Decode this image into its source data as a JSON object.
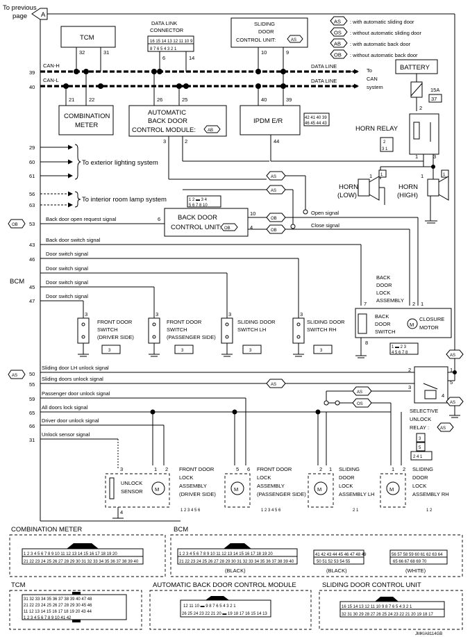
{
  "header": {
    "prev_page_line1": "To previous",
    "prev_page_line2": "page",
    "prev_page_marker": "A"
  },
  "legend": [
    {
      "code": "AS",
      "text": ": with automatic sliding door"
    },
    {
      "code": "OS",
      "text": ": without automatic sliding door"
    },
    {
      "code": "AB",
      "text": ": with automatic back door"
    },
    {
      "code": "OB",
      "text": ": without automatic back door"
    }
  ],
  "modules": {
    "tcm": "TCM",
    "dlc_line1": "DATA LINK",
    "dlc_line2": "CONNECTOR",
    "sdcu_line1": "SLIDING",
    "sdcu_line2": "DOOR",
    "sdcu_line3": "CONTROL UNIT:",
    "comb_line1": "COMBINATION",
    "comb_line2": "METER",
    "abdcm_line1": "AUTOMATIC",
    "abdcm_line2": "BACK DOOR",
    "abdcm_line3": "CONTROL MODULE:",
    "ipdm": "IPDM E/R",
    "battery": "BATTERY",
    "fuse_amp": "15A",
    "fuse_no": "37",
    "horn_relay": "HORN RELAY",
    "horn_low_1": "HORN",
    "horn_low_2": "(LOW)",
    "horn_high_1": "HORN",
    "horn_high_2": "(HIGH)",
    "bdcu_line1": "BACK DOOR",
    "bdcu_line2": "CONTROL UNIT:",
    "bdla_1": "BACK",
    "bdla_2": "DOOR",
    "bdla_3": "LOCK",
    "bdla_4": "ASSEMBLY",
    "bds_1": "BACK",
    "bds_2": "DOOR",
    "bds_3": "SWITCH",
    "closure_1": "CLOSURE",
    "closure_2": "MOTOR",
    "bcm": "BCM",
    "sel_relay_1": "SELECTIVE",
    "sel_relay_2": "UNLOCK",
    "sel_relay_3": "RELAY :"
  },
  "bus": {
    "can_h": "CAN-H",
    "can_l": "CAN-L",
    "pin_h": "39",
    "pin_l": "40",
    "data_line": "DATA LINE",
    "to_can_1": "To",
    "to_can_2": "CAN",
    "to_can_3": "system"
  },
  "pins": {
    "tcm_a": "32",
    "tcm_b": "31",
    "dlc_a": "6",
    "dlc_b": "14",
    "sdcu_a": "10",
    "sdcu_b": "9",
    "comb_a": "21",
    "comb_b": "22",
    "ab_a": "26",
    "ab_b": "25",
    "ab_c": "3",
    "ab_d": "2",
    "ipdm_a": "40",
    "ipdm_b": "39",
    "ipdm_c": "44",
    "relay_2": "2",
    "relay_1": "1",
    "relay_3": "3",
    "horn_1a": "1",
    "horn_1b": "1",
    "bdcu_6": "6",
    "bdcu_10": "10",
    "bdcu_4": "4",
    "bdla_7": "7",
    "bdla_2": "2",
    "bdla_1": "1",
    "bdla_8": "8",
    "sw3a": "3",
    "sw3b": "3",
    "sw3c": "3",
    "sw3d": "3",
    "sel_2": "2",
    "sel_1": "1",
    "sel_5": "5",
    "sel_3": "3",
    "sel_4": "4",
    "us_3": "3",
    "us_4": "4",
    "fd_1": "1",
    "fd_2": "2",
    "fp_5": "5",
    "fp_6": "6",
    "sl_2": "2",
    "sl_1": "1",
    "sr_1": "1",
    "sr_2": "2"
  },
  "bcm_pins": [
    "29",
    "60",
    "61",
    "56",
    "63",
    "53",
    "43",
    "46",
    "45",
    "47",
    "50",
    "55",
    "59",
    "65",
    "66",
    "31"
  ],
  "bcm_prefix": {
    "ob": "OB",
    "as": "AS"
  },
  "systems": {
    "exterior": "To exterior lighting system",
    "interior": "To interior room lamp system"
  },
  "signals": {
    "back_door_open_req": "Back door open request signal",
    "open": "Open signal",
    "close": "Close signal",
    "back_door_switch": "Back door switch signal",
    "door_switch_1": "Door switch signal",
    "door_switch_2": "Door switch signal",
    "door_switch_3": "Door switch signal",
    "door_switch_4": "Door switch signal",
    "sliding_lh_unlock": "Sliding door LH unlock signal",
    "sliding_unlock": "Sliding doors unlock signal",
    "passenger_unlock": "Passenger door unlock signal",
    "all_lock": "All doors lock signal",
    "driver_unlock": "Driver door unlock signal",
    "unlock_sensor": "Unlock sensor signal"
  },
  "switches": [
    {
      "l1": "FRONT DOOR",
      "l2": "SWITCH",
      "l3": "(DRIVER SIDE)"
    },
    {
      "l1": "FRONT DOOR",
      "l2": "SWITCH",
      "l3": "(PASSENGER SIDE)"
    },
    {
      "l1": "SLIDING DOOR",
      "l2": "SWITCH LH",
      "l3": ""
    },
    {
      "l1": "SLIDING DOOR",
      "l2": "SWITCH RH",
      "l3": ""
    }
  ],
  "lock_assemblies": [
    {
      "l1": "FRONT DOOR",
      "l2": "LOCK",
      "l3": "ASSEMBLY",
      "l4": "(DRIVER SIDE)"
    },
    {
      "l1": "FRONT DOOR",
      "l2": "LOCK",
      "l3": "ASSEMBLY",
      "l4": "(PASSENGER SIDE)"
    },
    {
      "l1": "SLIDING",
      "l2": "DOOR",
      "l3": "LOCK",
      "l4": "ASSEMBLY LH"
    },
    {
      "l1": "SLIDING",
      "l2": "DOOR",
      "l3": "LOCK",
      "l4": "ASSEMBLY RH"
    }
  ],
  "unlock_sensor": {
    "l1": "UNLOCK",
    "l2": "SENSOR",
    "motor": "M"
  },
  "connectors": {
    "combination_meter": "COMBINATION METER",
    "bcm": "BCM",
    "bcm_c1": "(BLACK)",
    "bcm_c2": "(BLACK)",
    "bcm_c3": "(WHITE)",
    "tcm": "TCM",
    "abdcm": "AUTOMATIC BACK DOOR CONTROL MODULE",
    "sdcu": "SLIDING DOOR CONTROL UNIT"
  },
  "footer_code": "JMKIA8114GB",
  "colors": {
    "line": "#000000",
    "background": "#ffffff"
  }
}
